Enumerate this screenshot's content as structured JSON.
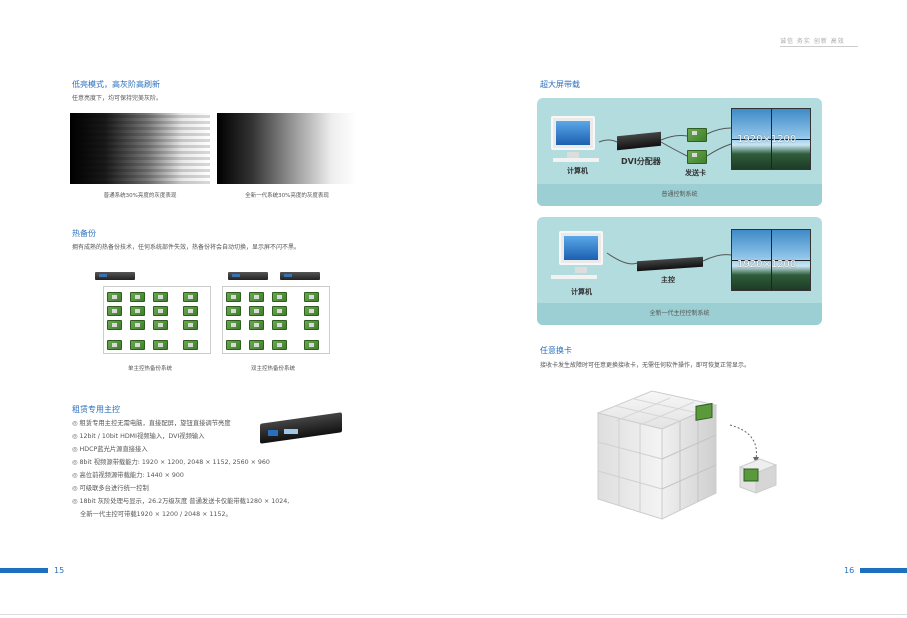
{
  "header": {
    "slogan": "诚信 务实 创新 高效"
  },
  "left": {
    "section1": {
      "title": "低亮模式，高灰阶高刷新",
      "desc": "任意亮度下，均可保持完美灰阶。",
      "caption_left": "普通系统30%亮度的灰度表现",
      "caption_right": "全新一代系统30%亮度的灰度表现"
    },
    "section2": {
      "title": "热备份",
      "desc": "拥有成熟的热备份技术，任何系统部件失效，热备份将会自动切换，显示屏不闪不黑。",
      "caption_left": "单主控热备份系统",
      "caption_right": "双主控热备份系统"
    },
    "section3": {
      "title": "租赁专用主控",
      "bullets": [
        "◎ 租赁专用主控无需电脑，直接配屏，旋钮直接调节亮度",
        "◎ 12bit / 10bit HDMI视频输入，DVI视频输入",
        "◎ HDCP蓝光片源直接接入",
        "◎ 8bit 视频源带载能力: 1920 × 1200, 2048 × 1152, 2560 × 960",
        "◎ 高位前视频源带载能力: 1440 × 900",
        "◎ 可级联多台进行统一控制",
        "◎ 18bit 灰阶处理与显示，26.2万级灰度 普通发送卡仅能带载1280 × 1024,",
        "全新一代主控可带载1920 × 1200 / 2048 × 1152。"
      ]
    },
    "page_number": "15"
  },
  "right": {
    "section1": {
      "title": "超大屏带载",
      "panel1": {
        "pc_label": "计算机",
        "splitter_label": "DVI分配器",
        "sender_label": "发送卡",
        "screen_text": "1920×1200",
        "footer": "普通控制系统"
      },
      "panel2": {
        "pc_label": "计算机",
        "controller_label": "主控",
        "screen_text": "1920×1200",
        "footer": "全新一代主控控制系统"
      }
    },
    "section2": {
      "title": "任意换卡",
      "desc": "接收卡发生故障时可任意更换接收卡，无需任何软件操作，即可恢复正常显示。"
    },
    "page_number": "16"
  },
  "colors": {
    "accent": "#2a6fbd",
    "panel": "#b3dcdf",
    "footer_bar": "#1f6fbf"
  }
}
